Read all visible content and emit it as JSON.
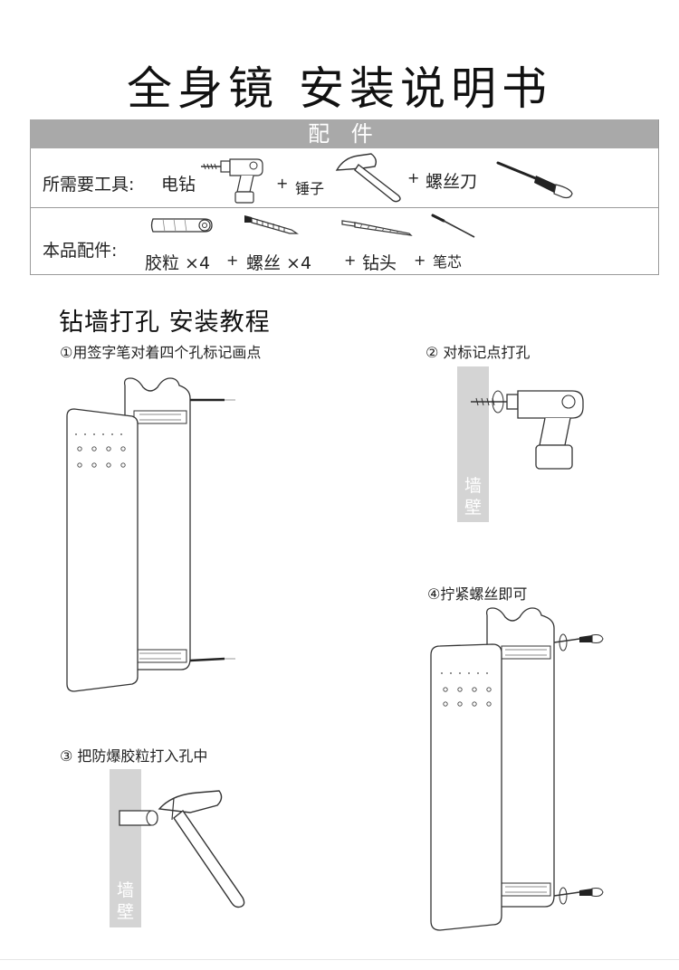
{
  "title": "全身镜 安装说明书",
  "parts": {
    "header": "配 件",
    "tools_label": "所需要工具:",
    "tools": [
      {
        "name": "电钻",
        "icon": "drill-icon"
      },
      {
        "name": "锤子",
        "icon": "hammer-icon"
      },
      {
        "name": "螺丝刀",
        "icon": "screwdriver-icon"
      }
    ],
    "accessories_label": "本品配件:",
    "accessories": [
      {
        "name": "胶粒 ×4",
        "icon": "anchor-icon"
      },
      {
        "name": "螺丝 ×4",
        "icon": "screw-icon"
      },
      {
        "name": "钻头",
        "icon": "drill-bit-icon"
      },
      {
        "name": "笔芯",
        "icon": "pen-refill-icon"
      }
    ],
    "plus": "+"
  },
  "tutorial": {
    "title": "钻墙打孔 安装教程",
    "steps": [
      {
        "label": "①用签字笔对着四个孔标记画点"
      },
      {
        "label": "② 对标记点打孔",
        "wall": "墙壁"
      },
      {
        "label": "③ 把防爆胶粒打入孔中",
        "wall": "墙壁"
      },
      {
        "label": "④拧紧螺丝即可"
      }
    ]
  }
}
